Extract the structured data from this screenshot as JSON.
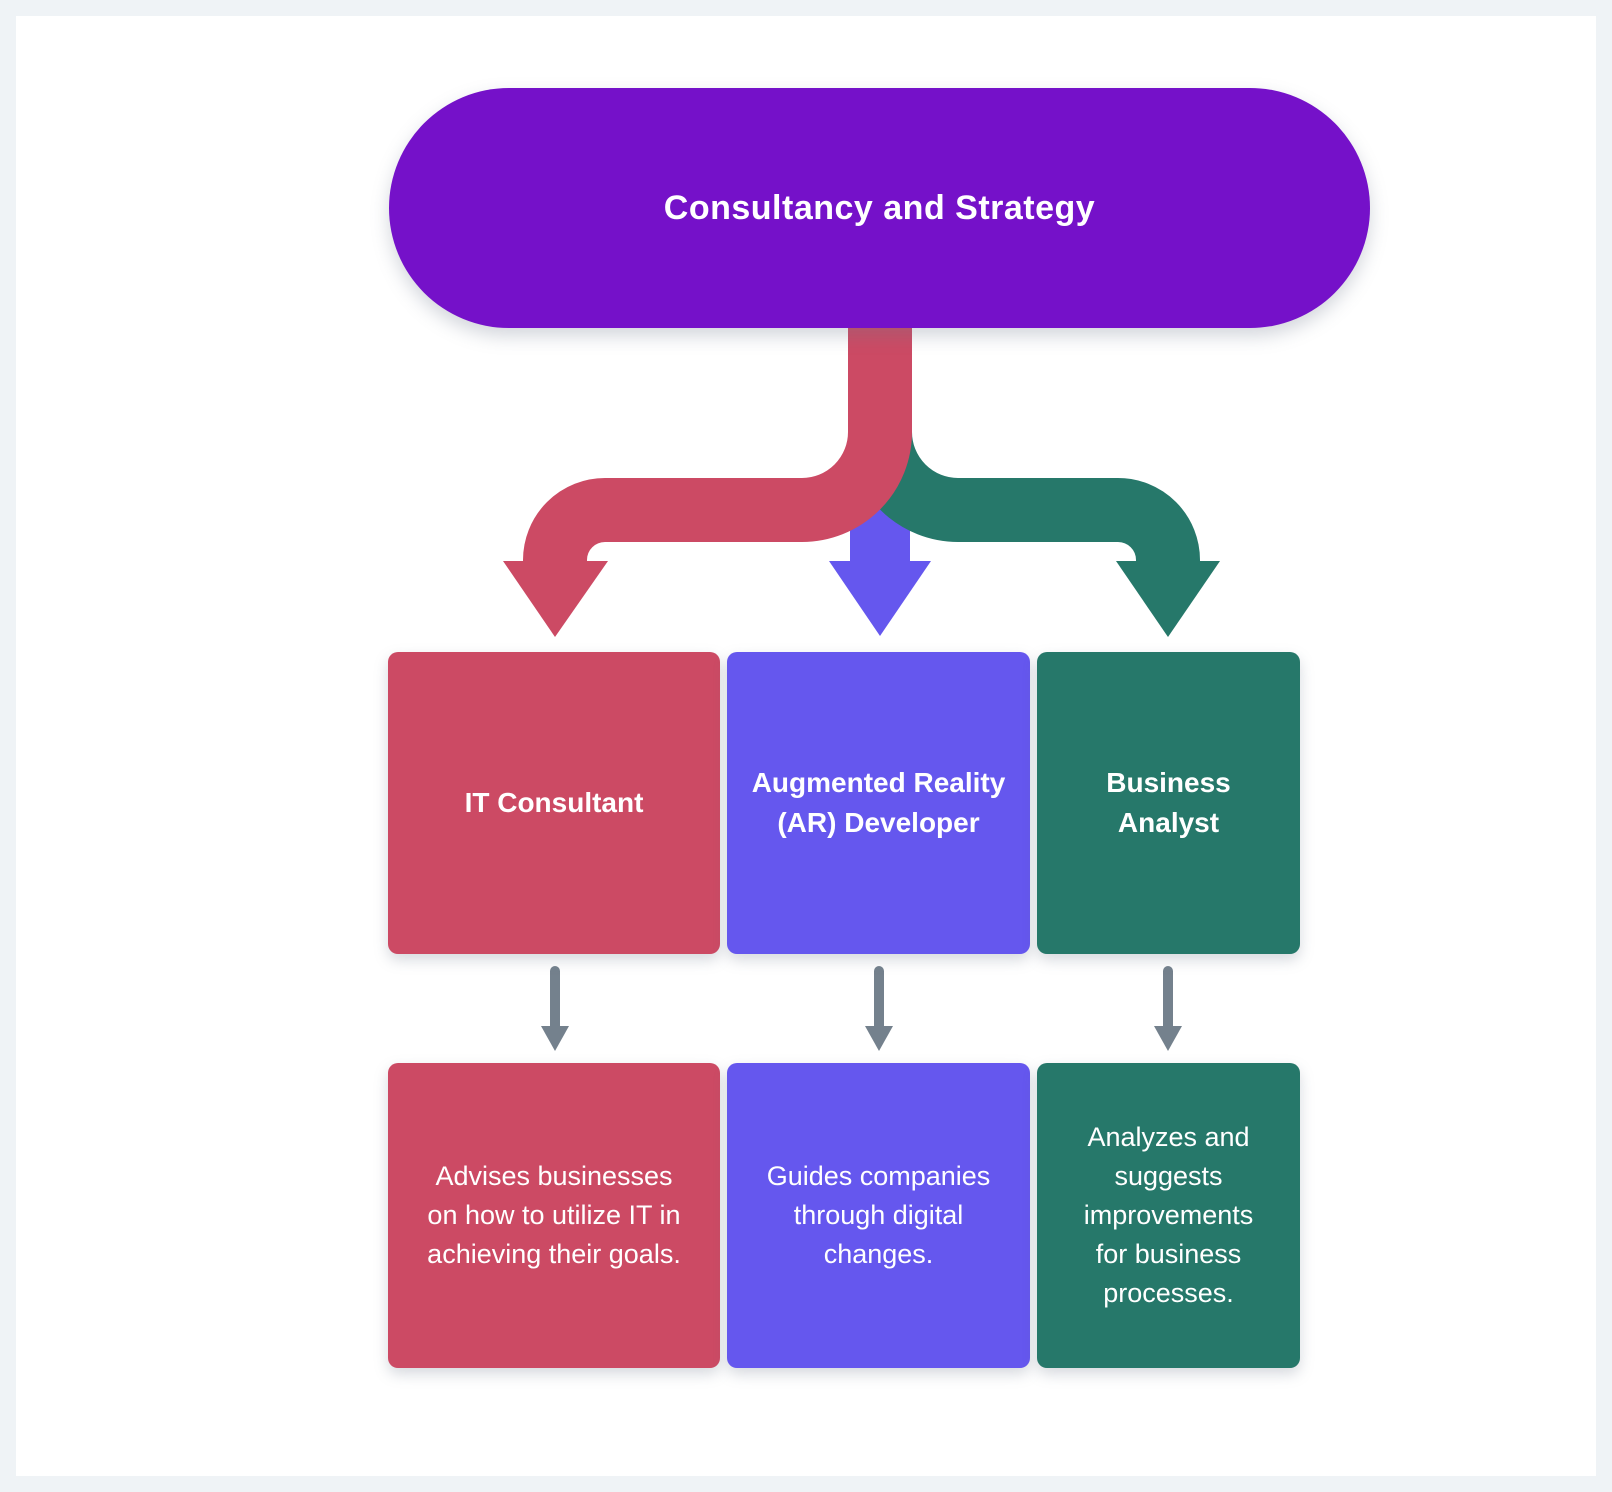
{
  "diagram": {
    "root": {
      "label": "Consultancy and Strategy",
      "color": "#7511c9",
      "text_color": "#ffffff"
    },
    "branches": [
      {
        "title": "IT Consultant",
        "description": "Advises businesses\non how to utilize IT in\nachieving their goals.",
        "color": "#cc4a64"
      },
      {
        "title": "Augmented Reality\n(AR) Developer",
        "description": "Guides companies\nthrough digital\nchanges.",
        "color": "#6557ee"
      },
      {
        "title": "Business\nAnalyst",
        "description": "Analyzes and\nsuggests\nimprovements\nfor business\nprocesses.",
        "color": "#26786a"
      }
    ],
    "connector_color": "#74818d",
    "background_color": "#eff3f6",
    "card_color": "#ffffff"
  }
}
